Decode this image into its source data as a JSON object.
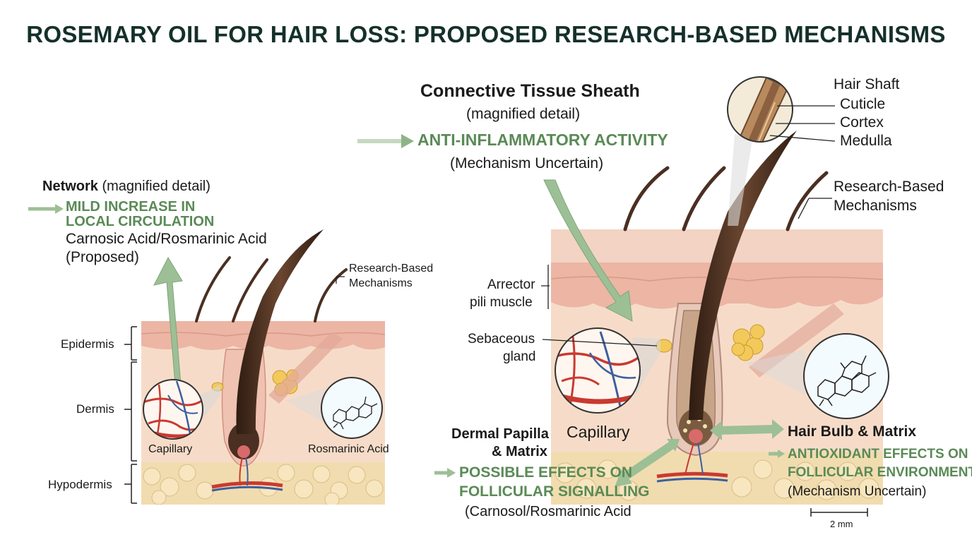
{
  "title": "ROSEMARY OIL FOR HAIR LOSS: PROPOSED RESEARCH-BASED MECHANISMS",
  "left_panel": {
    "network_bold": "Network",
    "network_rest": "(magnified detail)",
    "effect_line1": "MILD INCREASE IN",
    "effect_line2": "LOCAL CIRCULATION",
    "compound_line1": "Carnosic Acid/Rosmarinic Acid",
    "compound_line2": "(Proposed)",
    "research_line1": "Research-Based",
    "research_line2": "Mechanisms",
    "layers": [
      "Epidermis",
      "Dermis",
      "Hypodermis"
    ],
    "capillary": "Capillary",
    "rosmarinic": "Rosmarinic Acid"
  },
  "right_panel": {
    "sheath_title": "Connective Tissue Sheath",
    "sheath_sub": "(magnified detail)",
    "anti_inflammatory": "ANTI-INFLAMMATORY ACTIVITY",
    "anti_sub": "(Mechanism Uncertain)",
    "hair_shaft": "Hair Shaft",
    "shaft_parts": [
      "Cuticle",
      "Cortex",
      "Medulla"
    ],
    "research_line1": "Research-Based",
    "research_line2": "Mechanisms",
    "arrector_line1": "Arrector",
    "arrector_line2": "pili muscle",
    "sebaceous_line1": "Sebaceous",
    "sebaceous_line2": "gland",
    "capillary": "Capillary",
    "papilla_line1": "Dermal Papilla",
    "papilla_line2": "& Matrix",
    "signalling_line1": "POSSIBLE EFFECTS ON",
    "signalling_line2": "FOLLICULAR SIGNALLING",
    "signalling_sub": "(Carnosol/Rosmarinic Acid",
    "bulb_title": "Hair Bulb & Matrix",
    "antioxidant_line1": "ANTIOXIDANT EFFECTS ON",
    "antioxidant_line2": "FOLLICULAR ENVIRONMENT",
    "antioxidant_sub": "(Mechanism Uncertain)",
    "scale": "2 mm"
  },
  "colors": {
    "title": "#15302a",
    "green_text": "#5a8a56",
    "green_arrow": "#9dbf96",
    "epidermis": "#ecb5a4",
    "dermis": "#f6dcc8",
    "fat": "#f1dcb0",
    "hair": "#4a2f22",
    "artery": "#c93a30",
    "vein": "#3d5f9e",
    "gland": "#f2c95a"
  }
}
